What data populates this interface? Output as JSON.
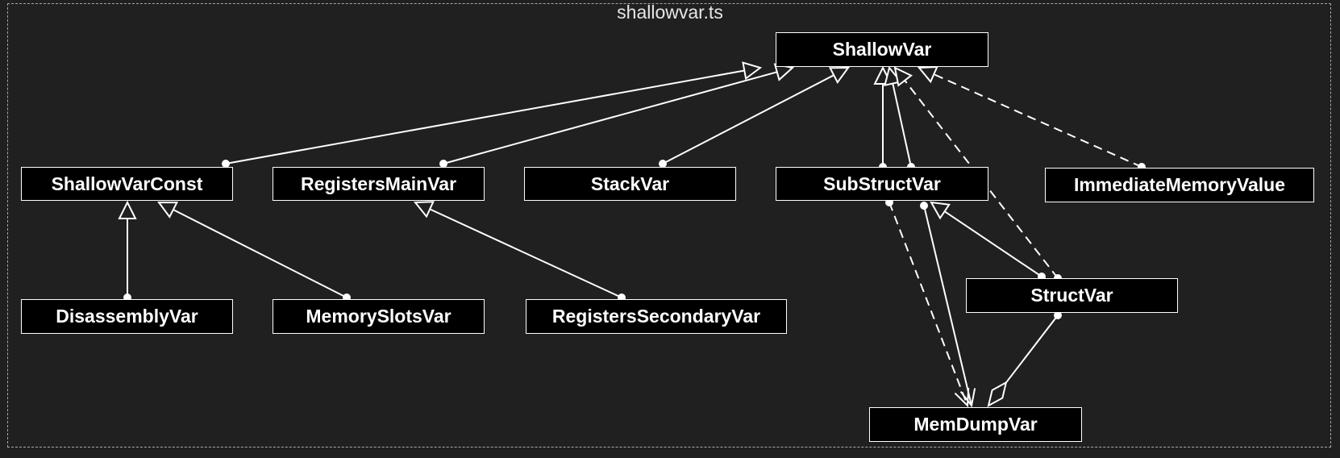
{
  "title": "shallowvar.ts",
  "nodes": [
    {
      "id": "ShallowVar",
      "label": "ShallowVar"
    },
    {
      "id": "ShallowVarConst",
      "label": "ShallowVarConst"
    },
    {
      "id": "RegistersMainVar",
      "label": "RegistersMainVar"
    },
    {
      "id": "StackVar",
      "label": "StackVar"
    },
    {
      "id": "SubStructVar",
      "label": "SubStructVar"
    },
    {
      "id": "ImmediateMemoryValue",
      "label": "ImmediateMemoryValue"
    },
    {
      "id": "DisassemblyVar",
      "label": "DisassemblyVar"
    },
    {
      "id": "MemorySlotsVar",
      "label": "MemorySlotsVar"
    },
    {
      "id": "RegistersSecondaryVar",
      "label": "RegistersSecondaryVar"
    },
    {
      "id": "StructVar",
      "label": "StructVar"
    },
    {
      "id": "MemDumpVar",
      "label": "MemDumpVar"
    }
  ],
  "edges": [
    {
      "from": "ShallowVarConst",
      "to": "ShallowVar",
      "type": "extends"
    },
    {
      "from": "RegistersMainVar",
      "to": "ShallowVar",
      "type": "extends"
    },
    {
      "from": "StackVar",
      "to": "ShallowVar",
      "type": "extends"
    },
    {
      "from": "SubStructVar",
      "to": "ShallowVar",
      "type": "extends"
    },
    {
      "from": "SubStructVar",
      "to": "ShallowVar",
      "type": "extends"
    },
    {
      "from": "StructVar",
      "to": "ShallowVar",
      "type": "implements"
    },
    {
      "from": "ImmediateMemoryValue",
      "to": "ShallowVar",
      "type": "implements"
    },
    {
      "from": "DisassemblyVar",
      "to": "ShallowVarConst",
      "type": "extends"
    },
    {
      "from": "MemorySlotsVar",
      "to": "ShallowVarConst",
      "type": "extends"
    },
    {
      "from": "RegistersSecondaryVar",
      "to": "RegistersMainVar",
      "type": "extends"
    },
    {
      "from": "StructVar",
      "to": "SubStructVar",
      "type": "extends"
    },
    {
      "from": "SubStructVar",
      "to": "MemDumpVar",
      "type": "dependency"
    },
    {
      "from": "SubStructVar",
      "to": "MemDumpVar",
      "type": "association"
    },
    {
      "from": "StructVar",
      "to": "MemDumpVar",
      "type": "aggregation"
    }
  ]
}
